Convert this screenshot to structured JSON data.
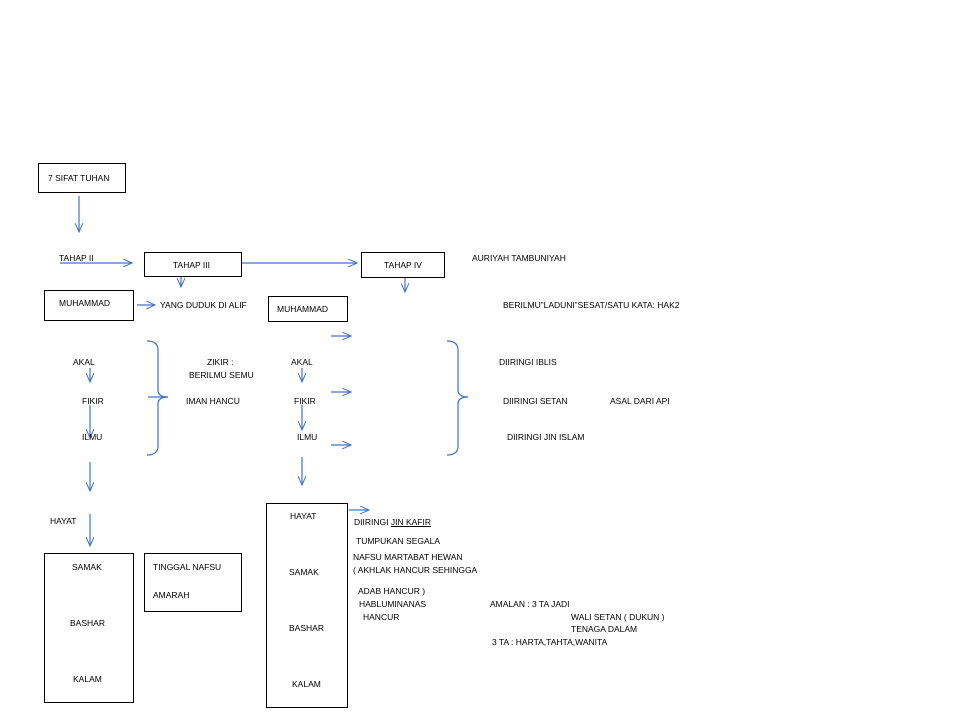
{
  "colors": {
    "arrow": "#4472c4",
    "text": "#000000",
    "box_border": "#000000"
  },
  "boxes": {
    "sifat_tuhan": "7 SIFAT TUHAN",
    "tahap_iii": "TAHAP III",
    "tahap_iv": "TAHAP IV",
    "muhammad_left": "MUHAMMAD",
    "muhammad_right": "MUHAMMAD",
    "tinggal_nafsu_1": "TINGGAL NAFSU",
    "tinggal_nafsu_2": "AMARAH"
  },
  "left_column": {
    "tahap_ii": "TAHAP II",
    "akal": "AKAL",
    "fikir": "FIKIR",
    "ilmu": "ILMU",
    "hayat": "HAYAT",
    "samak": "SAMAK",
    "bashar": "BASHAR",
    "kalam": "KALAM"
  },
  "middle": {
    "yang_duduk": "YANG DUDUK DI ALIF",
    "zikir_1": "ZIKIR :",
    "zikir_2": "BERILMU SEMU",
    "iman_hancu": "IMAN HANCU"
  },
  "right_column": {
    "akal": "AKAL",
    "fikir": "FIKIR",
    "ilmu": "ILMU",
    "hayat": "HAYAT",
    "samak": "SAMAK",
    "bashar": "BASHAR",
    "kalam": "KALAM"
  },
  "far_right": {
    "auriyah": "AURIYAH TAMBUNIYAH",
    "berilmu": "BERILMU”LADUNI”SESAT/SATU KATA: HAK2",
    "iblis": "DIIRINGI IBLIS",
    "setan": "DIIRINGI SETAN",
    "asal_api": "ASAL DARI API",
    "jin_islam": "DIIRINGI JIN ISLAM",
    "jin_kafir_prefix": "DIIRINGI ",
    "jin_kafir_underlined": "JIN KAFIR",
    "tumpukan": "TUMPUKAN SEGALA",
    "nafsu_martabat": "NAFSU MARTABAT HEWAN",
    "akhlak": "( AKHLAK HANCUR SEHINGGA",
    "adab": "ADAB HANCUR )",
    "habluminanas": "HABLUMINANAS",
    "hancur": "HANCUR",
    "amalan": "AMALAN : 3 TA JADI",
    "wali_setan": "WALI SETAN ( DUKUN )",
    "tenaga": "TENAGA DALAM",
    "tiga_ta": "3 TA : HARTA,TAHTA,WANITA"
  }
}
